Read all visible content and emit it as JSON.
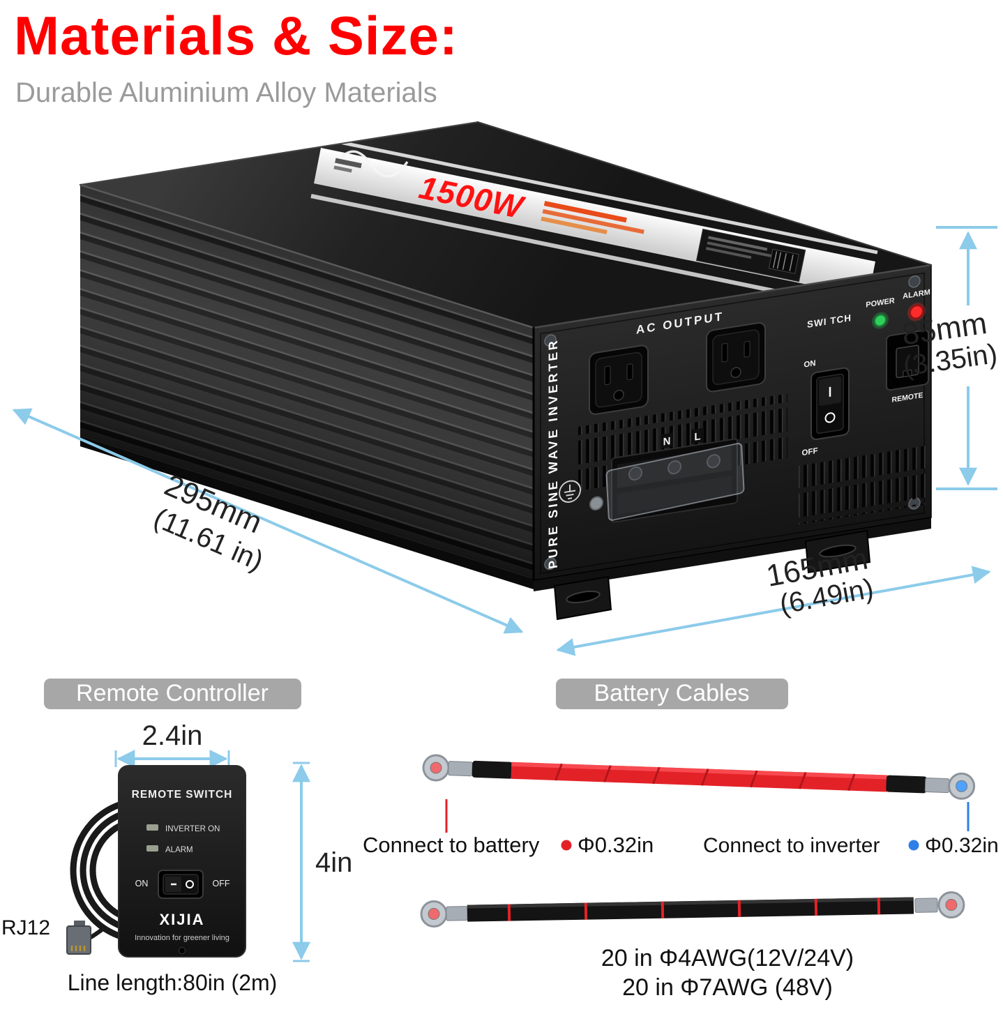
{
  "page": {
    "title": "Materials & Size:",
    "subtitle": "Durable Aluminium Alloy Materials"
  },
  "inverter": {
    "power_label": "1500W",
    "side_label": "PURE SINE WAVE INVERTER",
    "panel": {
      "ac_output": "AC OUTPUT",
      "switch": "SWI TCH",
      "on": "ON",
      "off": "OFF",
      "power": "POWER",
      "alarm": "ALARM",
      "remote": "REMOTE",
      "neutral": "N",
      "live": "L"
    },
    "dimensions": {
      "height_mm": "85mm",
      "height_in": "(3.35in)",
      "length_mm": "295mm",
      "length_in": "(11.61 in)",
      "width_mm": "165mm",
      "width_in": "(6.49in)"
    }
  },
  "remote": {
    "header": "Remote Controller",
    "width_dim": "2.4in",
    "height_dim": "4in",
    "title": "REMOTE SWITCH",
    "led_inverter": "INVERTER ON",
    "led_alarm": "ALARM",
    "on": "ON",
    "off": "OFF",
    "brand": "XIJIA",
    "tagline": "Innovation for greener living",
    "connector": "RJ12",
    "line_length": "Line length:80in (2m)"
  },
  "cables": {
    "header": "Battery Cables",
    "battery_label": "Connect to battery",
    "battery_dia": "Φ0.32in",
    "inverter_label": "Connect to inverter",
    "inverter_dia": "Φ0.32in",
    "spec_1": "20 in Φ4AWG(12V/24V)",
    "spec_2": "20 in Φ7AWG (48V)"
  },
  "colors": {
    "title_red": "#ff0000",
    "dimension_blue": "#8ccbea",
    "header_gray": "#a7a7a7",
    "cable_red": "#e32228",
    "marker_blue": "#2f7fe8"
  }
}
